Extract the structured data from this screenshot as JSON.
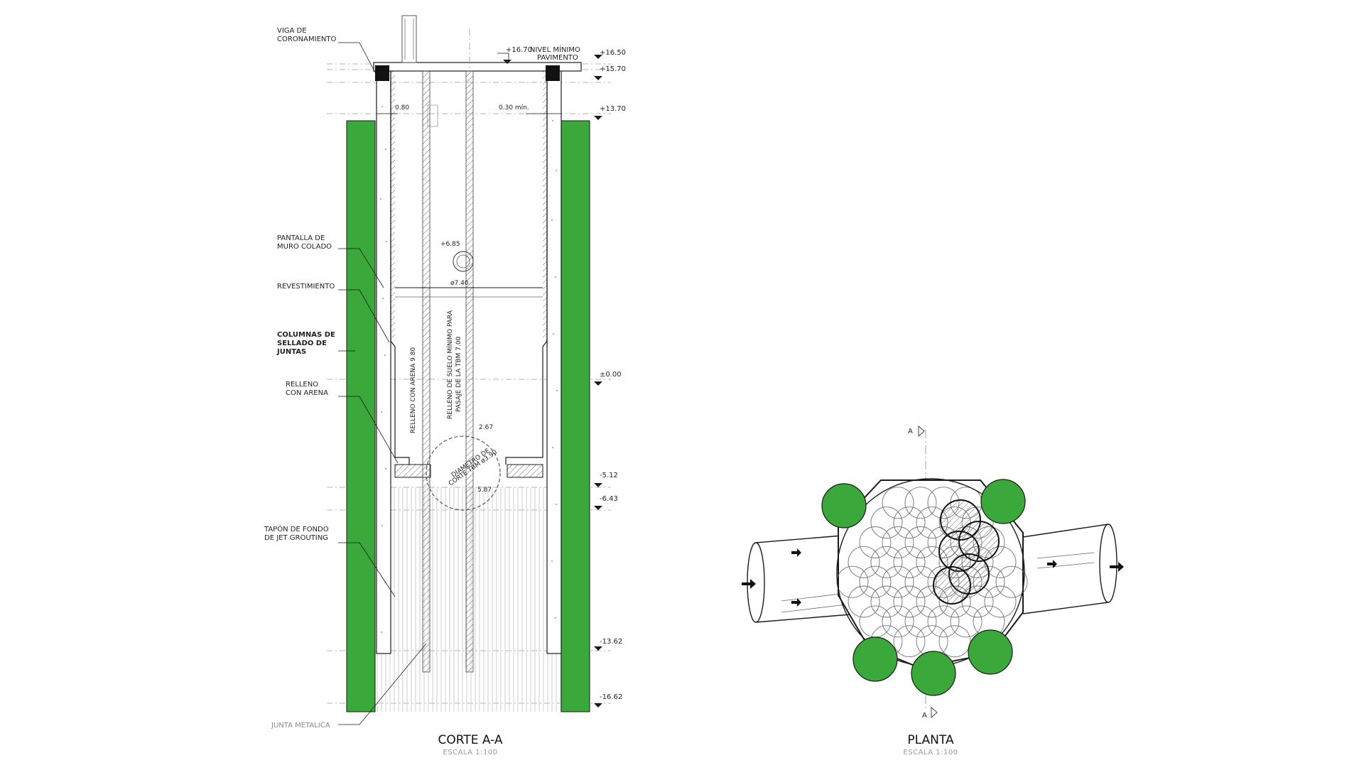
{
  "section": {
    "title": "CORTE A-A",
    "scale": "ESCALA 1:100",
    "labels": {
      "viga": [
        "VIGA DE",
        "CORONAMIENTO"
      ],
      "pantalla": [
        "PANTALLA DE",
        "MURO COLADO"
      ],
      "revestimiento": [
        "REVESTIMIENTO"
      ],
      "columnas": [
        "COLUMNAS DE",
        "SELLADO DE",
        "JUNTAS"
      ],
      "relleno": [
        "RELLENO",
        "CON ARENA"
      ],
      "tapon": [
        "TAPÓN DE FONDO",
        "DE JET GROUTING"
      ],
      "junta": "JUNTA METALICA",
      "nivel": [
        "NIVEL MÍNIMO",
        "PAVIMENTO"
      ]
    },
    "levels": [
      "+16.50",
      "+15.70",
      "+13.70",
      "±0.00",
      "-5.12",
      "-6.43",
      "-13.62",
      "-16.62"
    ],
    "level_top": "+16.70",
    "dims": {
      "wall_left": "0.80",
      "gap_right": "0.30 mín.",
      "inner_diameter": "ø7.40",
      "pipe_level": "+6.85",
      "tbm_top": "2.67",
      "tbm_bottom": "5.87"
    },
    "vertical_text": {
      "arena": "RELLENO CON ARENA 9.80",
      "suelo": [
        "RELLENO DE SUELO MÍNIMO PARA",
        "PASAJE DE LA TBM 7.00"
      ],
      "corte": [
        "DIAMETRO DE",
        "CORTE TBM ø3.90"
      ]
    }
  },
  "plan": {
    "title": "PLANTA",
    "scale": "ESCALA 1:100",
    "section_marker": "A"
  },
  "colors": {
    "green": "#3aa83a",
    "line": "#1a1a1a"
  }
}
